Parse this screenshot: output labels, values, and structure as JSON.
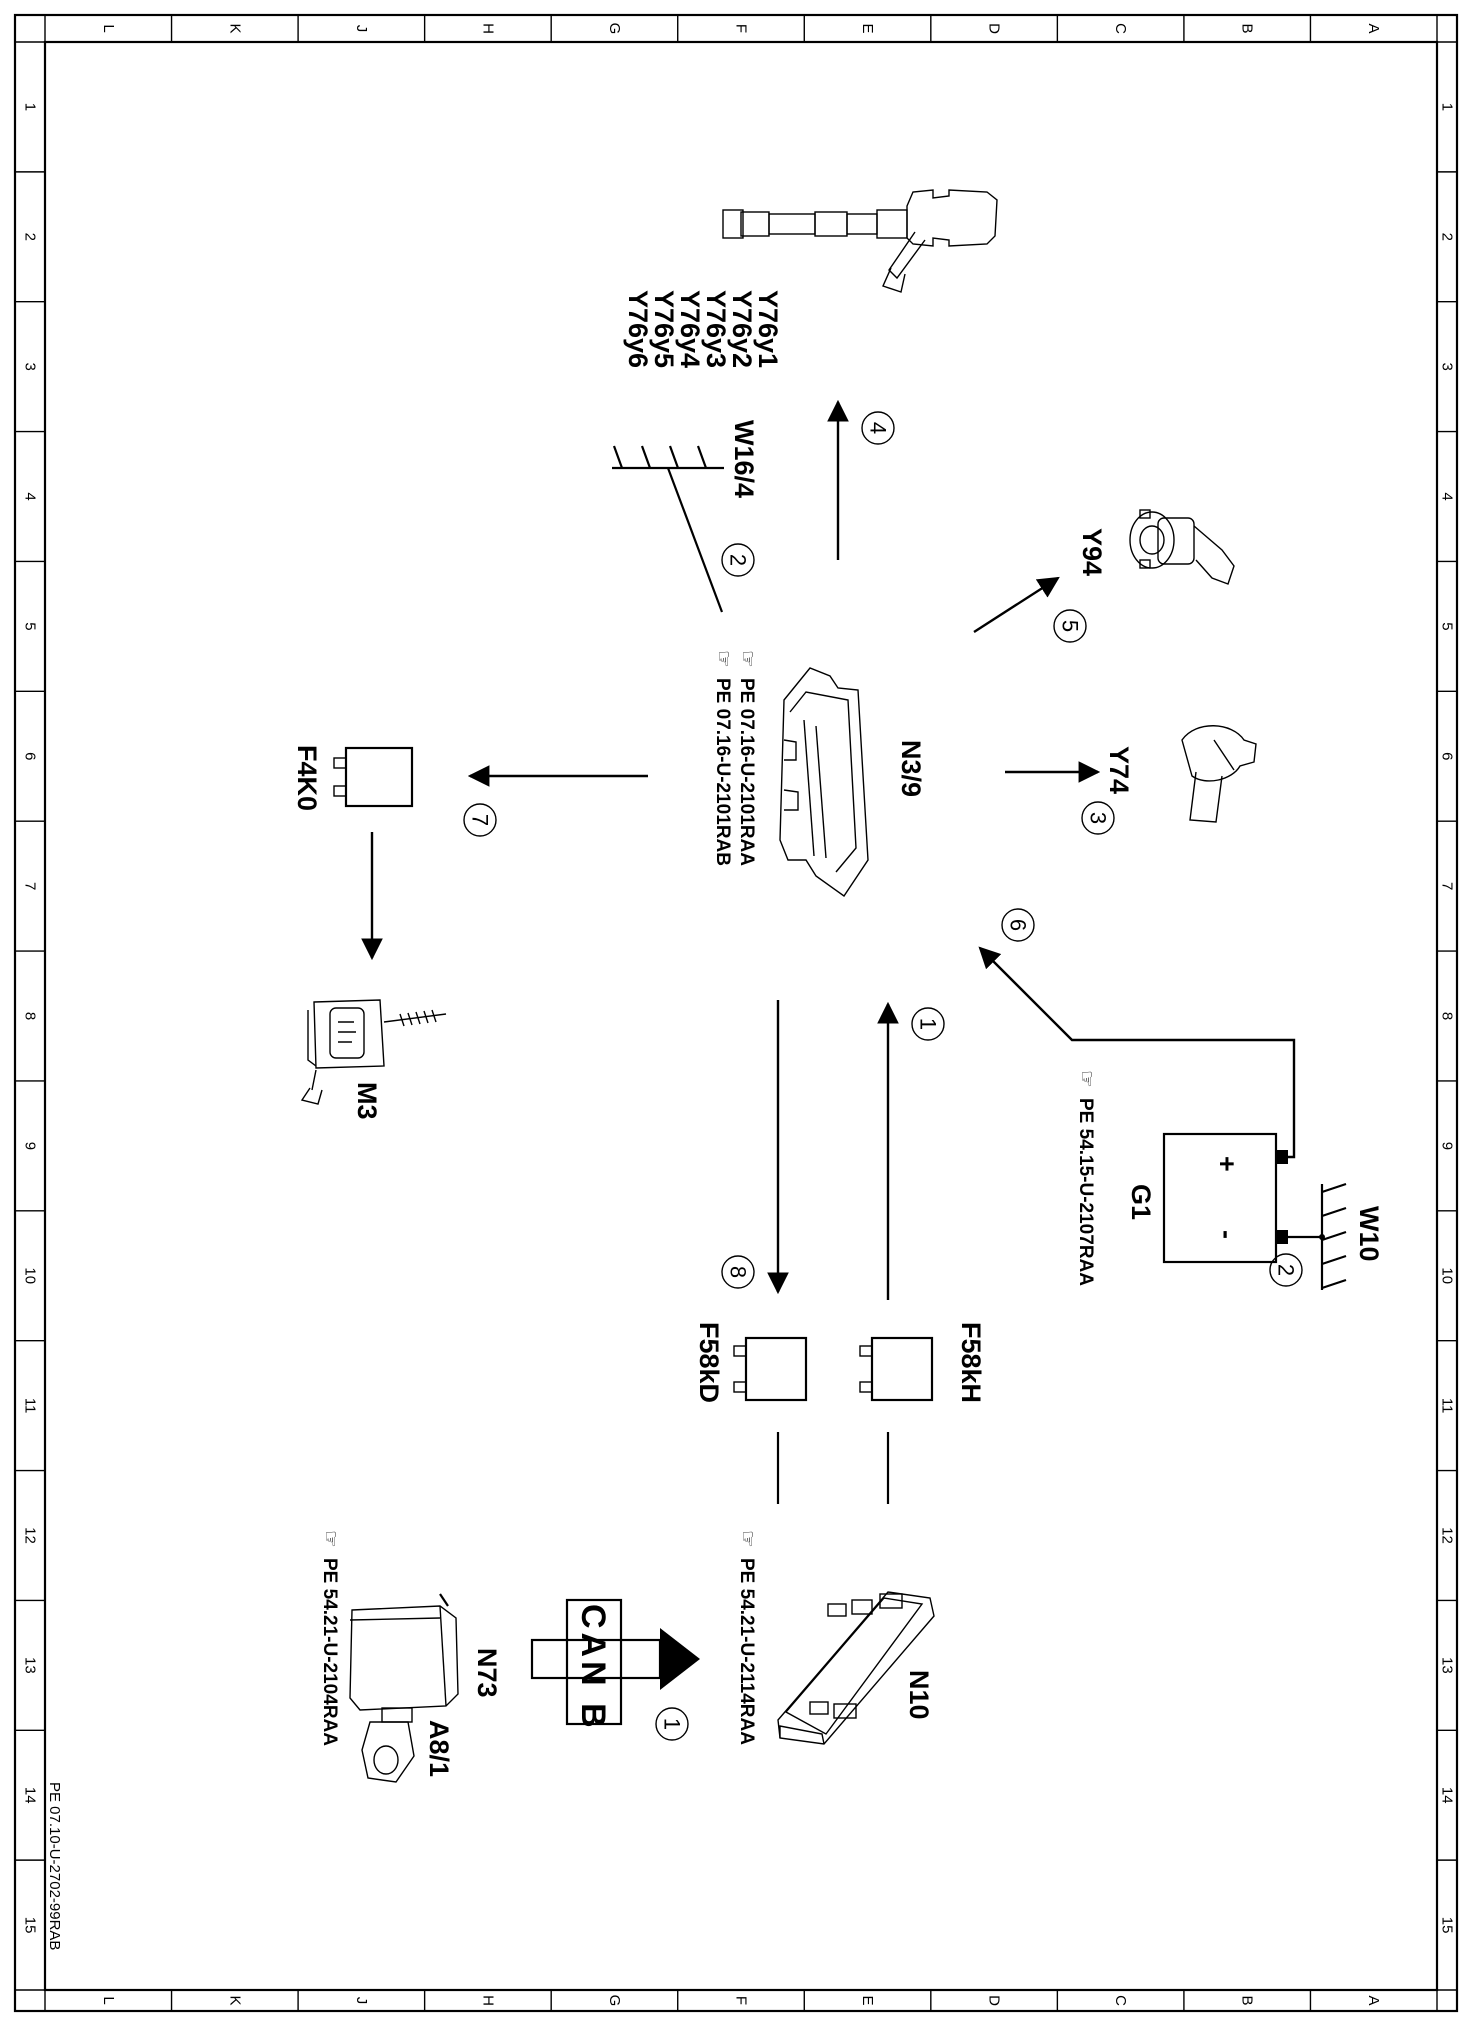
{
  "doc_id": "PE 07.10-U-2702-99RAB",
  "grid": {
    "cols": [
      "L",
      "K",
      "J",
      "H",
      "G",
      "F",
      "E",
      "D",
      "C",
      "B",
      "A"
    ],
    "rows": [
      "1",
      "2",
      "3",
      "4",
      "5",
      "6",
      "7",
      "8",
      "9",
      "10",
      "11",
      "12",
      "13",
      "14",
      "15"
    ]
  },
  "components": {
    "injectors": [
      "Y76y1",
      "Y76y2",
      "Y76y3",
      "Y76y4",
      "Y76y5",
      "Y76y6"
    ],
    "ground_w16": "W16/4",
    "y94": "Y94",
    "y74": "Y74",
    "n3_9": "N3/9",
    "n3_9_refs": [
      "PE 07.16-U-2101RAA",
      "PE 07.16-U-2101RAB"
    ],
    "f4k0": "F4K0",
    "m3": "M3",
    "g1": "G1",
    "g1_ref": "PE 54.15-U-2107RAA",
    "g1_plus": "+",
    "g1_minus": "-",
    "w10": "W10",
    "f58kh": "F58kH",
    "f58kd": "F58kD",
    "n10": "N10",
    "n10_ref": "PE 54.21-U-2114RAA",
    "n73": "N73",
    "a8_1": "A8/1",
    "n73_ref": "PE 54.21-U-2104RAA",
    "can": "CAN B"
  },
  "markers": {
    "m1a": "1",
    "m1b": "1",
    "m2a": "2",
    "m2b": "2",
    "m3": "3",
    "m4": "4",
    "m5": "5",
    "m6": "6",
    "m7": "7",
    "m8": "8"
  }
}
